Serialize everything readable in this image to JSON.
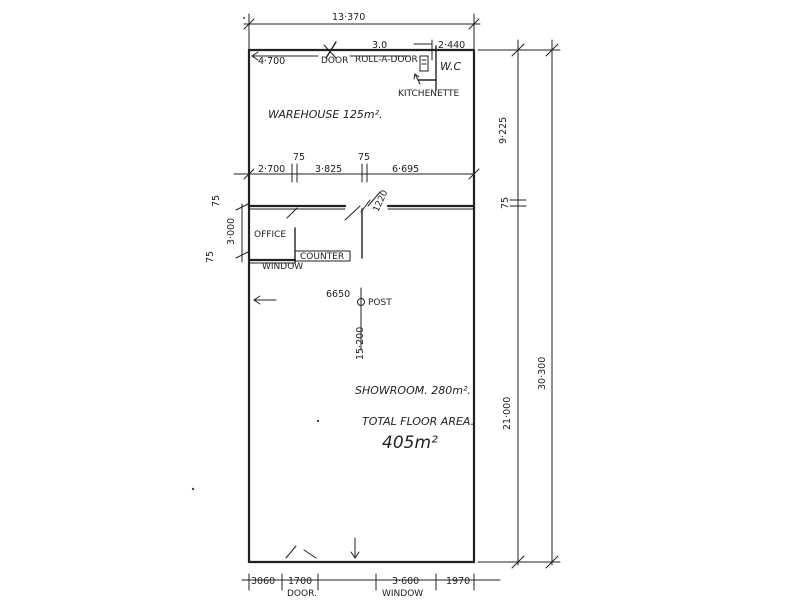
{
  "dimensions": {
    "overall_width": "13·370",
    "top_left": "4·700",
    "roll_door": "3.0",
    "top_right": "2·440",
    "mid_a": "2·700",
    "gap_a": "75",
    "mid_b": "3·825",
    "gap_b": "75",
    "mid_c": "6·695",
    "office_gap_top": "75",
    "office_depth": "3·000",
    "office_gap_bottom": "75",
    "warehouse_depth": "9·225",
    "partition_gap": "75",
    "showroom_depth": "21·000",
    "overall_depth": "30·300",
    "door_swing": "1220",
    "post_x": "6650",
    "post_y": "15·200",
    "bottom_1": "3060",
    "bottom_2": "1700",
    "bottom_3": "3·600",
    "bottom_4": "1970"
  },
  "labels": {
    "door": "DOOR",
    "roll_a_door": "ROLL-A-DOOR",
    "wc": "W.C",
    "kitchenette": "KITCHENETTE",
    "warehouse": "WAREHOUSE 125m².",
    "office": "OFFICE",
    "counter": "COUNTER",
    "window_office": "WINDOW",
    "post": "POST",
    "showroom": "SHOWROOM. 280m².",
    "total_floor_area": "TOTAL FLOOR AREA.",
    "total_value": "405m²",
    "bottom_door": "DOOR.",
    "bottom_window": "WINDOW"
  }
}
